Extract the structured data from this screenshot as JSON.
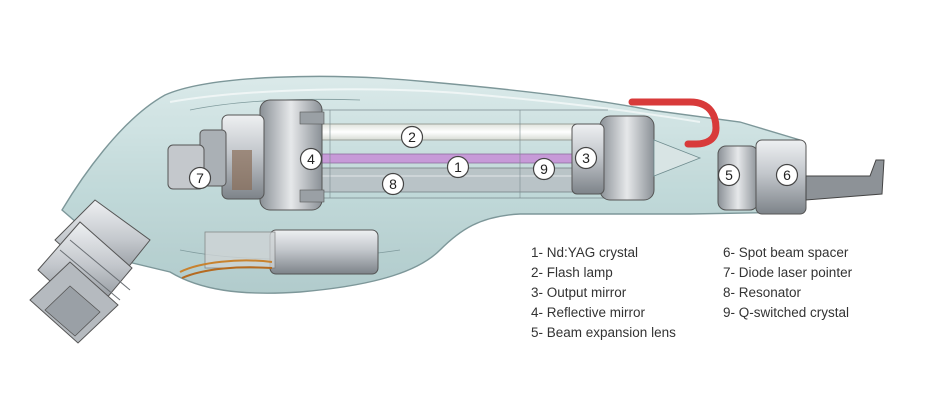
{
  "diagram": {
    "callouts": [
      "1",
      "2",
      "3",
      "4",
      "5",
      "6",
      "7",
      "8",
      "9"
    ],
    "legend_left": [
      "1- Nd:YAG crystal",
      "2- Flash lamp",
      "3- Output mirror",
      "4- Reflective mirror",
      "5- Beam expansion lens"
    ],
    "legend_right": [
      "6- Spot beam spacer",
      "7- Diode laser pointer",
      "8- Resonator",
      "9- Q-switched crystal"
    ],
    "colors": {
      "housing": "#bfd8d8",
      "housing_outline": "#6f8c8f",
      "metal": "#c9ccd0",
      "metal_dark": "#8d9297",
      "flash_lamp": "#f2f2ea",
      "crystal": "#c79ad8",
      "red_tube": "#d83a3a",
      "callout_fill": "#ffffff",
      "callout_stroke": "#444444"
    }
  }
}
